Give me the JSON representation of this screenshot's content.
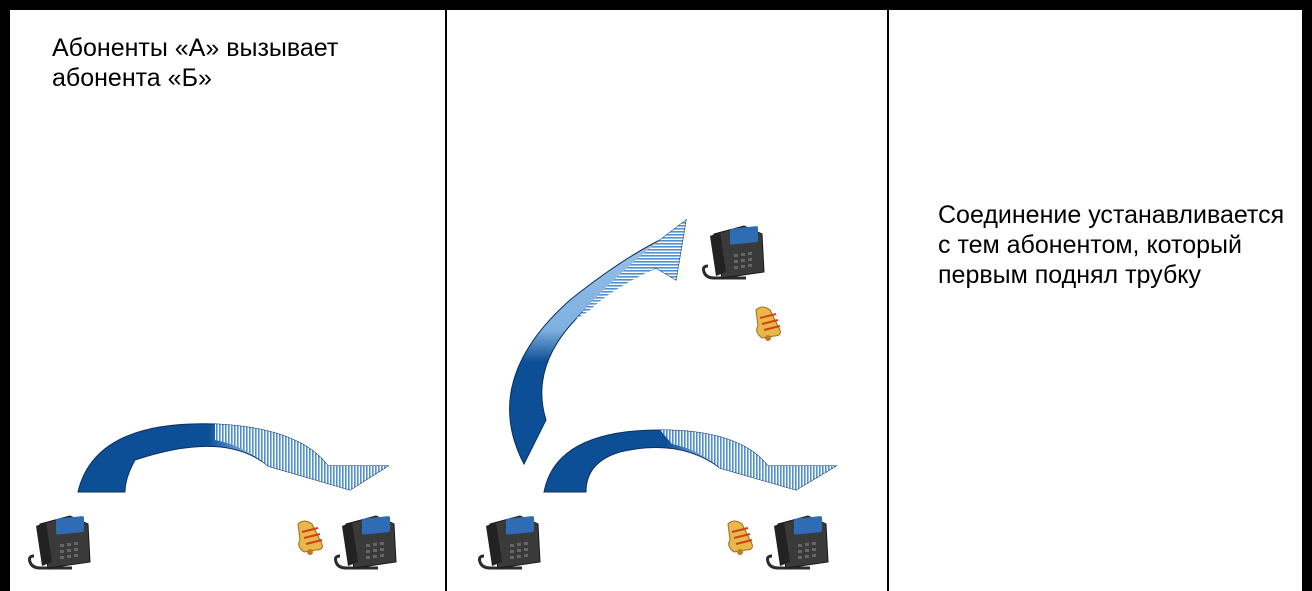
{
  "diagram": {
    "panels": [
      {
        "id": "panel-1",
        "caption": "Абоненты «А» вызывает абонента «Б»"
      },
      {
        "id": "panel-2",
        "caption": ""
      },
      {
        "id": "panel-3",
        "caption": "Соединение устанавливается с тем абонентом, который первым поднял трубку"
      }
    ],
    "icons": {
      "phone": "desk-phone-icon",
      "bell": "ringing-bell-icon",
      "arrow": "curved-call-arrow"
    },
    "colors": {
      "frame": "#000000",
      "arrow_dark": "#0d4f96",
      "arrow_light_stripe": "#5b9bd5",
      "arrow_outline": "#0b2f5e",
      "phone_body": "#2b2b2b",
      "phone_screen": "#2e6db3",
      "bell": "#e0b040"
    }
  }
}
